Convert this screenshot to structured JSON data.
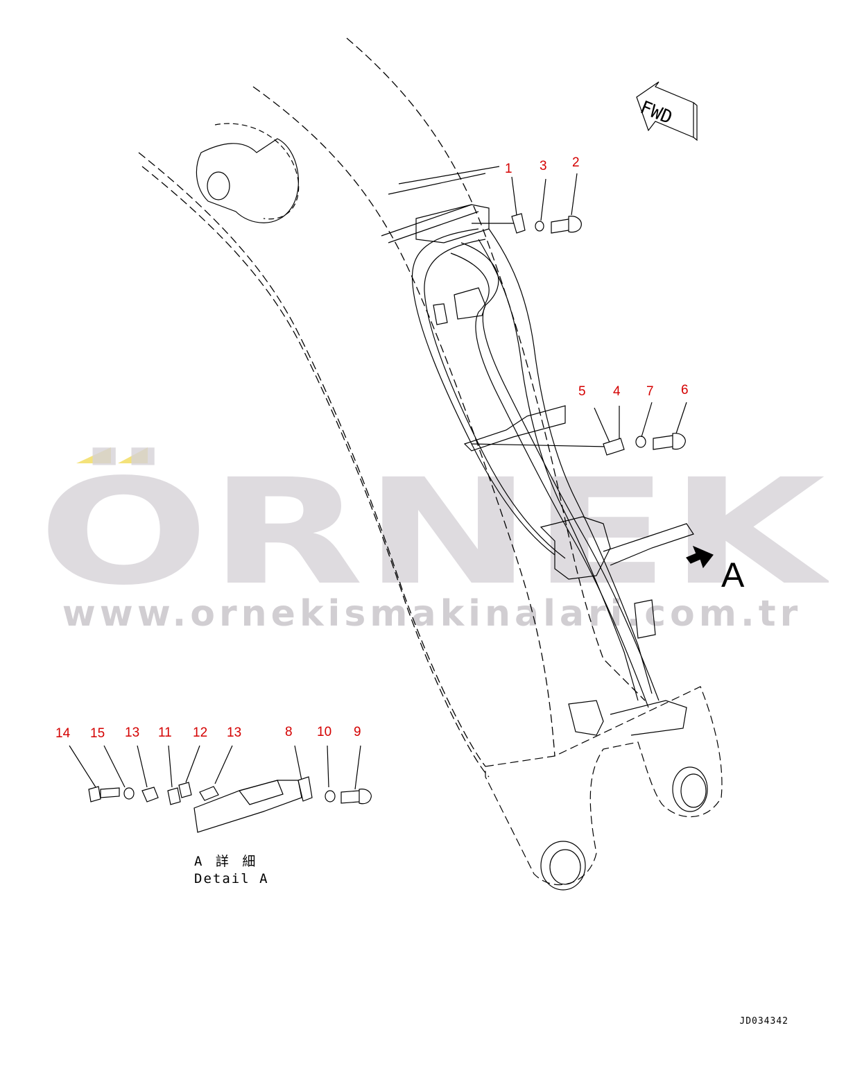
{
  "watermark": {
    "logo_text": "ÖRNEK",
    "url": "www.ornekismakinalari.com.tr",
    "accent_color": "#f4e27a",
    "text_color": "#c9c6cb"
  },
  "direction_tag": {
    "label": "FWD"
  },
  "view_marker": {
    "label": "A"
  },
  "callouts": {
    "c1": "1",
    "c2": "2",
    "c3": "3",
    "c4": "4",
    "c5": "5",
    "c6": "6",
    "c7": "7",
    "c8": "8",
    "c9": "9",
    "c10": "10",
    "c11": "11",
    "c12": "12",
    "c13a": "13",
    "c13b": "13",
    "c14": "14",
    "c15": "15"
  },
  "detail_caption": {
    "jp": "A 詳 細",
    "en": "Detail A"
  },
  "document_id": "JD034342",
  "colors": {
    "callout": "#d40000",
    "line": "#000000"
  }
}
